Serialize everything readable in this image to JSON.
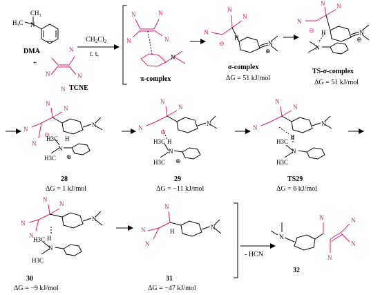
{
  "colors": {
    "accent": "#e6166b",
    "ink": "#000000"
  },
  "reagents": {
    "dma": "DMA",
    "tcne": "TCNE",
    "plus": "+"
  },
  "conditions": {
    "solvent": "CH2Cl2",
    "temp": "r. t."
  },
  "species": [
    {
      "id": "pi",
      "name": "π-complex",
      "dg": ""
    },
    {
      "id": "sigma",
      "name": "σ-complex",
      "dg": "ΔG = 51 kJ/mol"
    },
    {
      "id": "ts_sigma",
      "name": "TS-σ-complex",
      "dg": "ΔG = 51 kJ/mol"
    },
    {
      "id": "c28",
      "name": "28",
      "dg": "ΔG = 1 kJ/mol"
    },
    {
      "id": "c29",
      "name": "29",
      "dg": "ΔG = −11 kJ/mol"
    },
    {
      "id": "ts29",
      "name": "TS29",
      "dg": "ΔG = 6 kJ/mol"
    },
    {
      "id": "c30",
      "name": "30",
      "dg": "ΔG = −9 kJ/mol"
    },
    {
      "id": "c31",
      "name": "31",
      "dg": "ΔG = −47 kJ/mol"
    },
    {
      "id": "c32",
      "name": "32",
      "dg": ""
    }
  ],
  "elimination": "- HCN",
  "atoms": {
    "N": "N",
    "H": "H",
    "H3C": "H3C",
    "CH3": "CH3",
    "plus_charge": "⊕",
    "minus_charge": "⊖"
  }
}
